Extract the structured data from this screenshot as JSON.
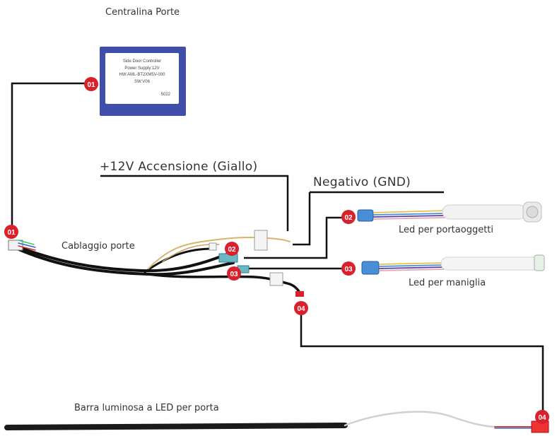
{
  "labels": {
    "controller_title": "Centralina Porte",
    "power_line": "+12V Accensione (Giallo)",
    "ground_line": "Negativo (GND)",
    "harness": "Cablaggio porte",
    "storage_led": "Led per portaoggetti",
    "handle_led": "Led per maniglia",
    "led_bar": "Barra luminosa a LED per porta"
  },
  "controller_plate": {
    "line1": "Side Door Controller",
    "line2": "Power Supply:12V",
    "line3": "HW:AML-BT2XM5V-000",
    "line4": "SW:V06",
    "line5": "5022"
  },
  "badges": {
    "b01_controller": "01",
    "b01_harness": "01",
    "b02_harness": "02",
    "b02_storage": "02",
    "b03_harness": "03",
    "b03_handle": "03",
    "b04_harness": "04",
    "b04_bar": "04"
  },
  "colors": {
    "badge": "#d9202b",
    "controller": "#3f4dab",
    "connector_blue": "#4a8ed8",
    "wire": "#111111"
  }
}
